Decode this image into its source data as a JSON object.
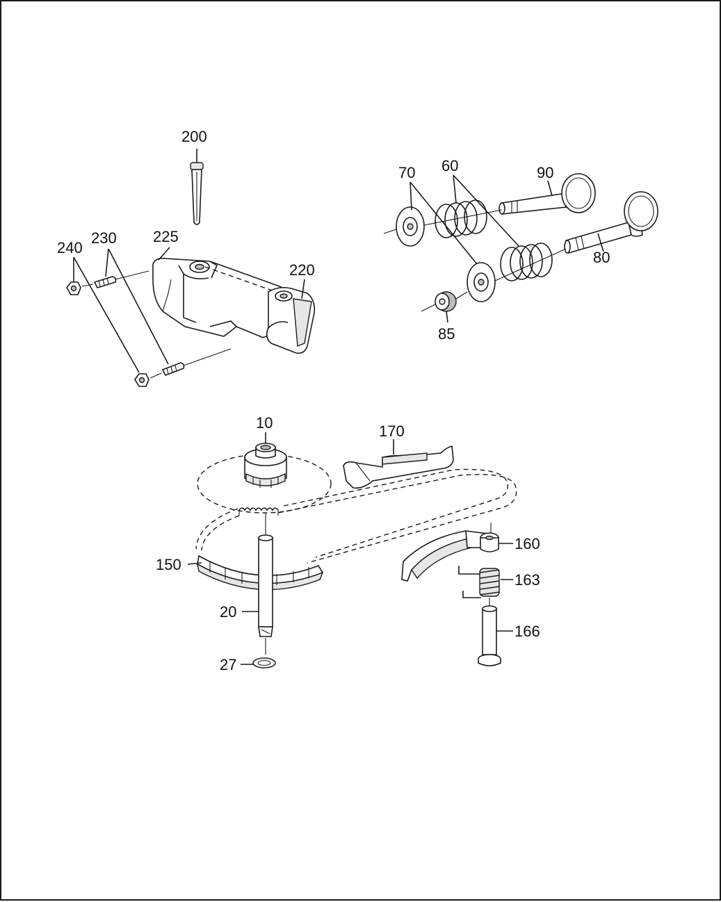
{
  "callouts": {
    "c200": "200",
    "c240": "240",
    "c230": "230",
    "c225": "225",
    "c220": "220",
    "c70": "70",
    "c60": "60",
    "c90": "90",
    "c80": "80",
    "c85": "85",
    "c10": "10",
    "c170": "170",
    "c160": "160",
    "c163": "163",
    "c166": "166",
    "c150": "150",
    "c20": "20",
    "c27": "27"
  }
}
